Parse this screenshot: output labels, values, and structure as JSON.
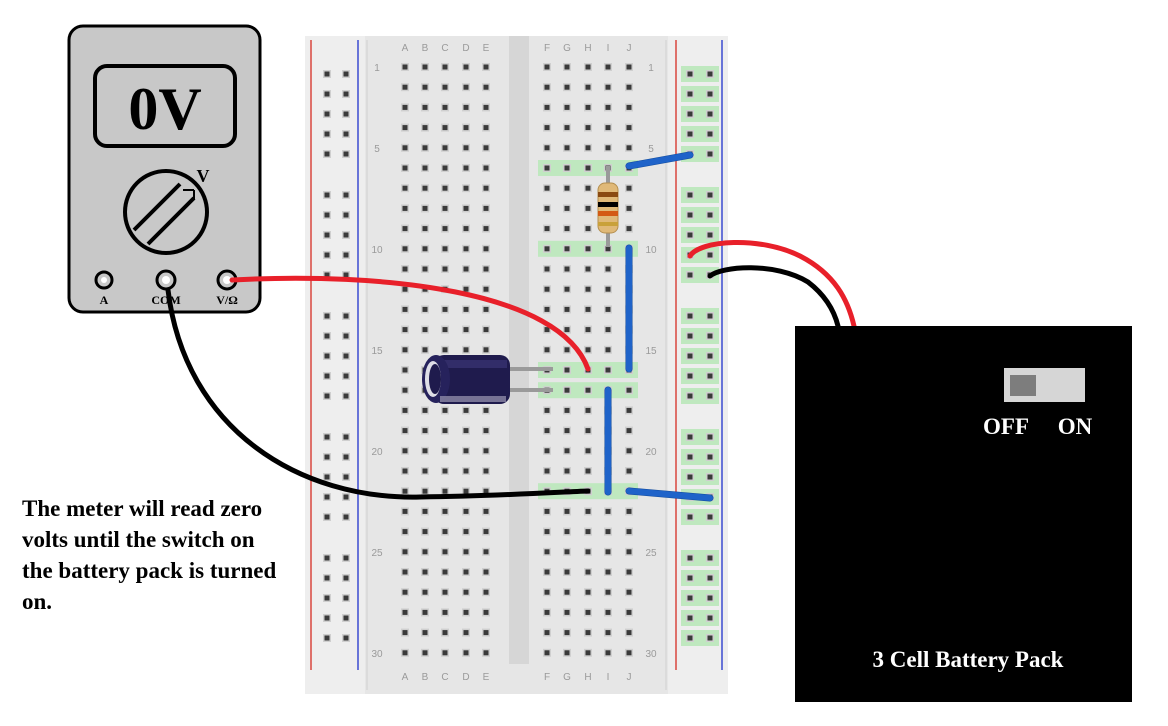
{
  "meter": {
    "display": "0V",
    "dial_label": "V",
    "terminals": [
      "A",
      "COM",
      "V/Ω"
    ]
  },
  "breadboard": {
    "col_left": [
      "A",
      "B",
      "C",
      "D",
      "E"
    ],
    "col_right": [
      "F",
      "G",
      "H",
      "I",
      "J"
    ],
    "row_labels": [
      "1",
      "5",
      "10",
      "15",
      "20",
      "25",
      "30"
    ]
  },
  "battery": {
    "title": "3 Cell Battery Pack",
    "switch_off": "OFF",
    "switch_on": "ON"
  },
  "note": "The meter will read zero volts until the switch on the battery pack is turned on.",
  "colors": {
    "red_wire": "#e8202a",
    "black_wire": "#000000",
    "blue_jumper": "#1f63c9",
    "highlight": "#bfe8bf"
  }
}
